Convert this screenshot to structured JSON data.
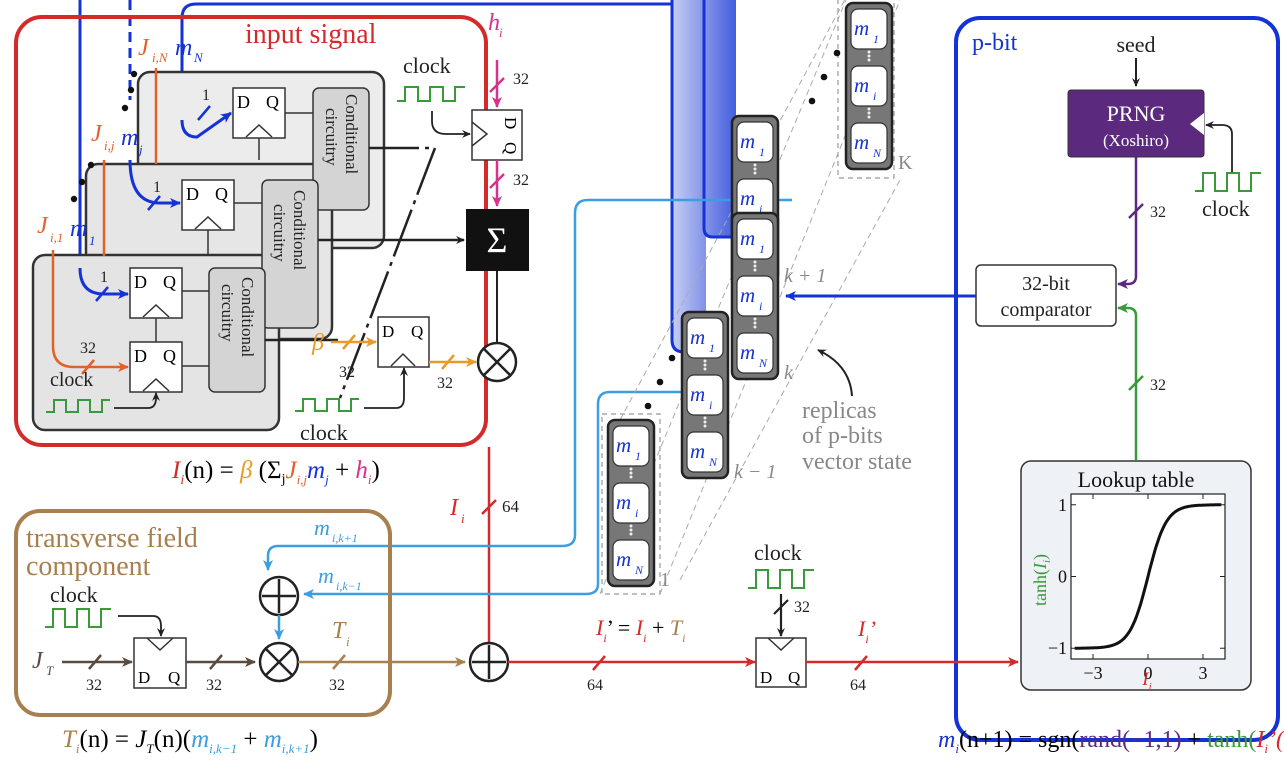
{
  "colors": {
    "red": "#d42a2a",
    "blue": "#1532d6",
    "lightblue": "#3a9ee0",
    "orange": "#e0622a",
    "amber": "#e89a2a",
    "magenta": "#d6338a",
    "green": "#3a9a3a",
    "purple": "#5b2a7e",
    "brown": "#a88050",
    "darkbrown": "#5a4a40",
    "gray": "#8a8a8a"
  },
  "input_signal": {
    "title": "input signal",
    "j_labels": [
      "J",
      "J",
      "J"
    ],
    "j_subs": [
      "i,N",
      "i,j",
      "i,1"
    ],
    "m_labels": [
      "m",
      "m",
      "m"
    ],
    "m_subs": [
      "N",
      "j",
      "1"
    ],
    "bit1": "1",
    "bit32": "32",
    "dq_d": "D",
    "dq_q": "Q",
    "cond_line1": "Conditional",
    "cond_line2": "circuitry",
    "clock": "clock",
    "h_label": "h",
    "h_sub": "i",
    "h_width_in": "32",
    "h_width_out": "32",
    "sigma": "Σ",
    "beta": "β",
    "beta_width_in": "32",
    "beta_width_out": "32",
    "multiply": "⊗",
    "equation": {
      "I": "I",
      "I_sub": "i",
      "n": "(n) = ",
      "beta": "β",
      "open": " (",
      "sum": "Σ",
      "sum_sub": "j",
      "J": "J",
      "J_sub": "i,j",
      "m": "m",
      "m_sub": "j",
      "plus": " + ",
      "h": "h",
      "h_sub": "i",
      "close": ")"
    }
  },
  "Ii_signal": {
    "label": "I",
    "sub": "i",
    "width": "64"
  },
  "replicas": {
    "columns": [
      {
        "index_label": "K",
        "cells": [
          {
            "m": "m",
            "sub": "1"
          },
          {
            "m": "m",
            "sub": "i"
          },
          {
            "m": "m",
            "sub": "N"
          }
        ]
      },
      {
        "index_label": "k + 1",
        "cells": [
          {
            "m": "m",
            "sub": "1"
          },
          {
            "m": "m",
            "sub": "i"
          },
          {
            "m": "m",
            "sub": "N"
          }
        ]
      },
      {
        "index_label": "k",
        "cells": [
          {
            "m": "m",
            "sub": "1"
          },
          {
            "m": "m",
            "sub": "i"
          },
          {
            "m": "m",
            "sub": "N"
          }
        ]
      },
      {
        "index_label": "k − 1",
        "cells": [
          {
            "m": "m",
            "sub": "1"
          },
          {
            "m": "m",
            "sub": "i"
          },
          {
            "m": "m",
            "sub": "N"
          }
        ]
      },
      {
        "index_label": "1",
        "cells": [
          {
            "m": "m",
            "sub": "1"
          },
          {
            "m": "m",
            "sub": "i"
          },
          {
            "m": "m",
            "sub": "N"
          }
        ]
      }
    ],
    "caption": [
      "replicas",
      "of p-bits",
      "vector state"
    ]
  },
  "pbit": {
    "title": "p-bit",
    "seed": "seed",
    "prng_line1": "PRNG",
    "prng_line2": "(Xoshiro)",
    "clock": "clock",
    "prng_width": "32",
    "comparator_line1": "32-bit",
    "comparator_line2": "comparator",
    "lut_width": "32",
    "equation": {
      "m": "m",
      "m_sub": "i",
      "lhs": "(n+1) = sgn",
      "open": "(",
      "rand": "rand(−1,1)",
      "plus": " + ",
      "tanh": "tanh",
      "open2": "(",
      "I": "I",
      "I_sub": "i",
      "I_prime": "’(n)",
      "close": "))"
    }
  },
  "lookup_table": {
    "title": "Lookup table",
    "chart_data": {
      "type": "line",
      "title": "Lookup table",
      "xlabel": "I_i",
      "ylabel": "tanh(I_i)",
      "xlim": [
        -4.2,
        4.2
      ],
      "ylim": [
        -1.15,
        1.15
      ],
      "xticks": [
        "−3",
        "0",
        "3"
      ],
      "xtick_values": [
        -3,
        0,
        3
      ],
      "yticks": [
        "1",
        "0",
        "−1"
      ],
      "ytick_values": [
        1,
        0,
        -1
      ],
      "function": "tanh",
      "x": [
        -4,
        -3,
        -2,
        -1.5,
        -1,
        -0.5,
        0,
        0.5,
        1,
        1.5,
        2,
        3,
        4
      ],
      "y": [
        -0.999,
        -0.995,
        -0.964,
        -0.905,
        -0.762,
        -0.462,
        0,
        0.462,
        0.762,
        0.905,
        0.964,
        0.995,
        0.999
      ],
      "grid": false
    }
  },
  "transverse": {
    "title_line1": "transverse field",
    "title_line2": "component",
    "clock": "clock",
    "JT": "J",
    "JT_sub": "T",
    "w1": "32",
    "w2": "32",
    "w3": "32",
    "dq_d": "D",
    "dq_q": "Q",
    "m_kp1": "m",
    "m_kp1_sub": "i,k+1",
    "m_km1": "m",
    "m_km1_sub": "i,k−1",
    "T": "T",
    "T_sub": "i",
    "equation": {
      "T": "T",
      "T_sub": "i",
      "n": "(n) = ",
      "J": "J",
      "J_sub": "T",
      "Jn": "(n)",
      "open": "(",
      "m1": "m",
      "m1_sub": "i,k−1",
      "plus": " + ",
      "m2": "m",
      "m2_sub": "i,k+1",
      "close": ")"
    }
  },
  "output_path": {
    "sum_label": "I",
    "sum_sub": "i",
    "sum_eq": "’ = ",
    "sum_I": "I",
    "sum_I_sub": "i",
    "sum_plus": " + ",
    "sum_T": "T",
    "sum_T_sub": "i",
    "w_sum": "64",
    "clock": "clock",
    "clk_width": "32",
    "dq_d": "D",
    "dq_q": "Q",
    "out_label": "I",
    "out_sub": "i",
    "out_prime": "’",
    "w_out": "64"
  }
}
